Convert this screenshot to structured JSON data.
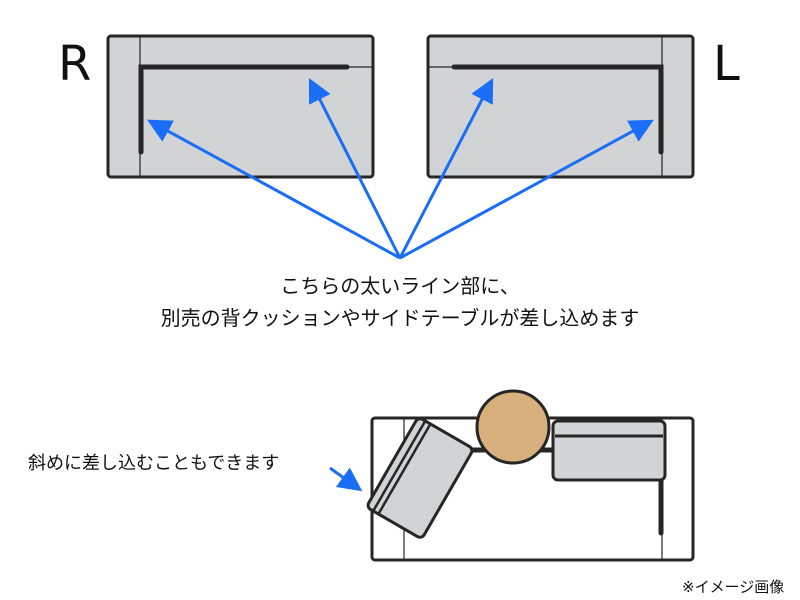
{
  "labels": {
    "right": "R",
    "left": "L"
  },
  "caption": {
    "line1": "こちらの太いライン部に、",
    "line2": "別売の背クッションやサイドテーブルが差し込めます"
  },
  "side_note": "斜めに差し込むこともできます",
  "footnote": "※イメージ画像",
  "colors": {
    "arrow": "#1a6ef5",
    "sofa": "#d2d3d5",
    "outline": "#262626",
    "table": "#d8b07e"
  }
}
